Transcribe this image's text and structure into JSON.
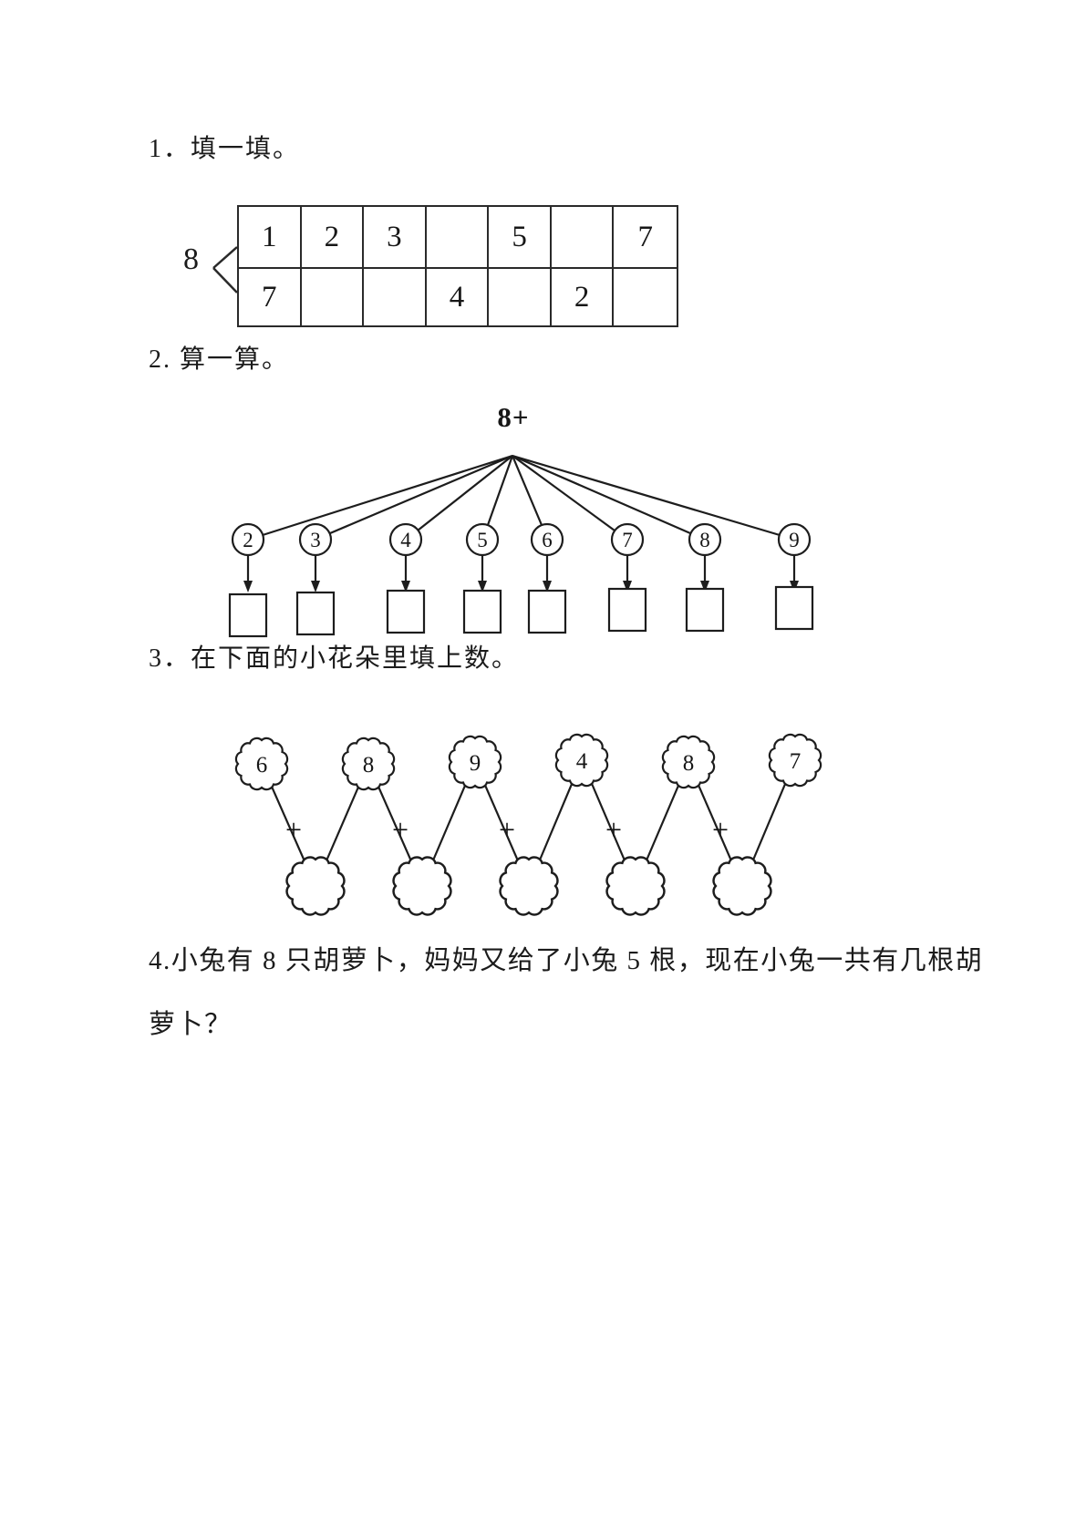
{
  "q1": {
    "label": "1．填一填。",
    "split_number": "8",
    "table": {
      "row1": [
        "1",
        "2",
        "3",
        "",
        "5",
        "",
        "7"
      ],
      "row2": [
        "7",
        "",
        "",
        "4",
        "",
        "2",
        ""
      ]
    }
  },
  "q2": {
    "label": "2. 算一算。",
    "expression": "8+",
    "circles": [
      "2",
      "3",
      "4",
      "5",
      "6",
      "7",
      "8",
      "9"
    ]
  },
  "q3": {
    "label": "3．在下面的小花朵里填上数。",
    "top_flowers": [
      "6",
      "8",
      "9",
      "4",
      "8",
      "7"
    ],
    "bottom_flowers": [
      "",
      "",
      "",
      "",
      ""
    ],
    "plus_sign": "+"
  },
  "q4": {
    "line1": "4.小兔有 8 只胡萝卜，妈妈又给了小兔 5 根，现在小兔一共有几根胡",
    "line2": "萝卜？"
  }
}
